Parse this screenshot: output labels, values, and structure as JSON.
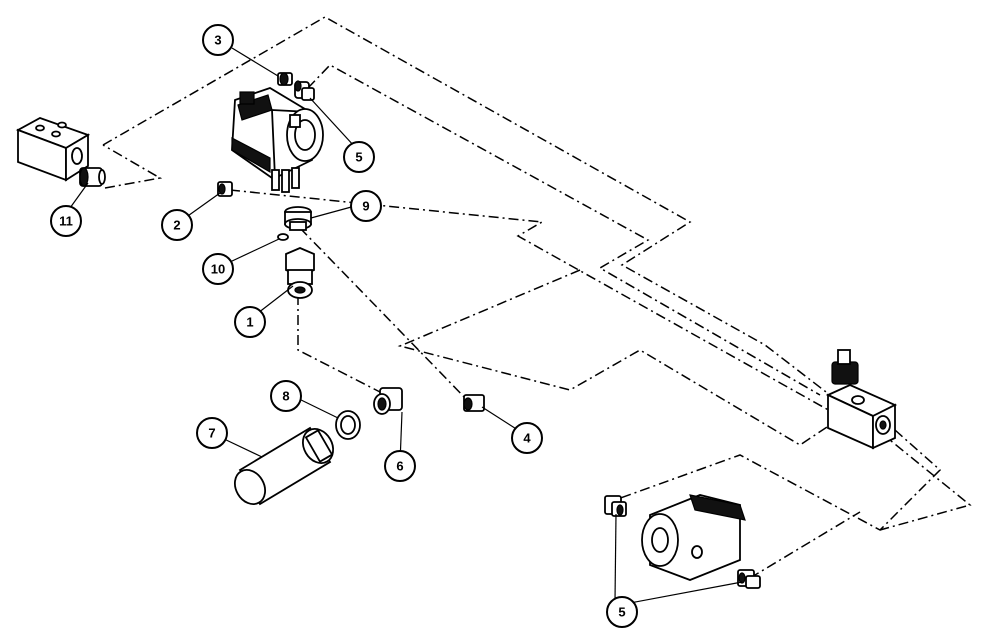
{
  "diagram": {
    "callouts": [
      {
        "id": "c3",
        "label": "3"
      },
      {
        "id": "c5a",
        "label": "5"
      },
      {
        "id": "c11",
        "label": "11"
      },
      {
        "id": "c2",
        "label": "2"
      },
      {
        "id": "c9",
        "label": "9"
      },
      {
        "id": "c10",
        "label": "10"
      },
      {
        "id": "c1",
        "label": "1"
      },
      {
        "id": "c8",
        "label": "8"
      },
      {
        "id": "c7",
        "label": "7"
      },
      {
        "id": "c6",
        "label": "6"
      },
      {
        "id": "c4",
        "label": "4"
      },
      {
        "id": "c5b",
        "label": "5"
      }
    ]
  }
}
